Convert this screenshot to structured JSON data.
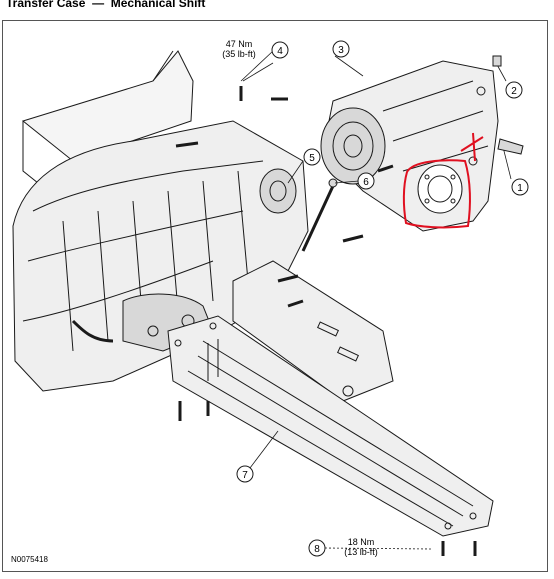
{
  "header": {
    "section": "Transfer Case",
    "separator": "—",
    "title": "Mechanical Shift"
  },
  "figure_id": "N0075418",
  "callouts": [
    {
      "number": "1"
    },
    {
      "number": "2"
    },
    {
      "number": "3"
    },
    {
      "number": "4"
    },
    {
      "number": "5"
    },
    {
      "number": "6"
    },
    {
      "number": "7"
    },
    {
      "number": "8"
    }
  ],
  "torque_specs": [
    {
      "nm": "47 Nm",
      "lbft": "(35 lb-ft)"
    },
    {
      "nm": "18 Nm",
      "lbft": "(13 lb-ft)"
    }
  ],
  "markup": {
    "color": "#e01020"
  },
  "colors": {
    "line": "#1a1a1a",
    "shade": "#d8d8d8",
    "light": "#efefef"
  }
}
